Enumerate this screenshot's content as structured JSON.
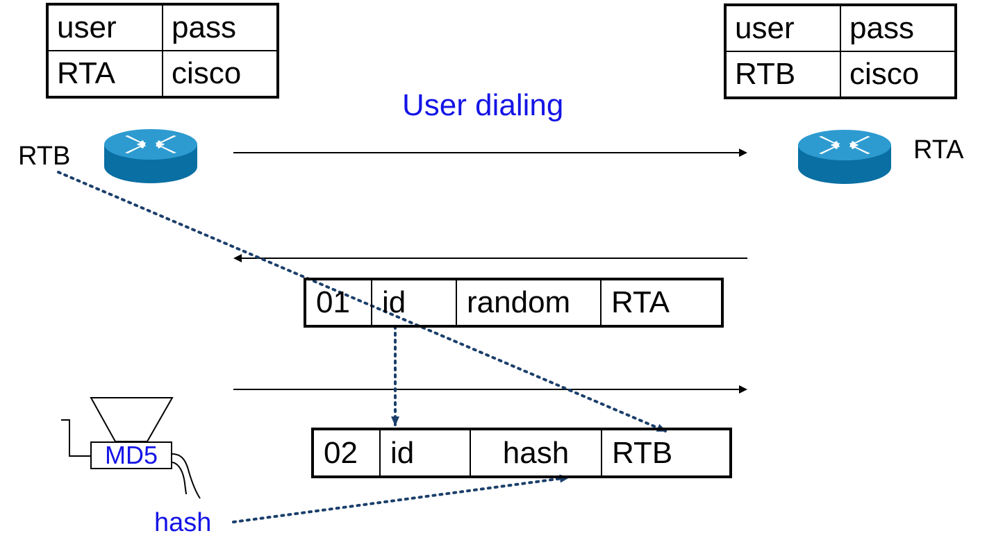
{
  "title": "User dialing",
  "left_table": {
    "headers": [
      "user",
      "pass"
    ],
    "row": [
      "RTA",
      "cisco"
    ]
  },
  "right_table": {
    "headers": [
      "user",
      "pass"
    ],
    "row": [
      "RTB",
      "cisco"
    ]
  },
  "left_router": {
    "label": "RTB",
    "icon": "router-icon"
  },
  "right_router": {
    "label": "RTA",
    "icon": "router-icon"
  },
  "challenge_packet": {
    "code": "01",
    "id": "id",
    "data": "random",
    "name": "RTA"
  },
  "response_packet": {
    "code": "02",
    "id": "id",
    "data": "hash",
    "name": "RTB"
  },
  "md5": {
    "label": "MD5",
    "icon": "funnel-icon"
  },
  "hash_label": "hash",
  "colors": {
    "accent_text": "#1414e6",
    "dotted_arrow": "#1b3f6b",
    "router_top": "#2d9bd0",
    "router_side": "#0a6fa3"
  }
}
